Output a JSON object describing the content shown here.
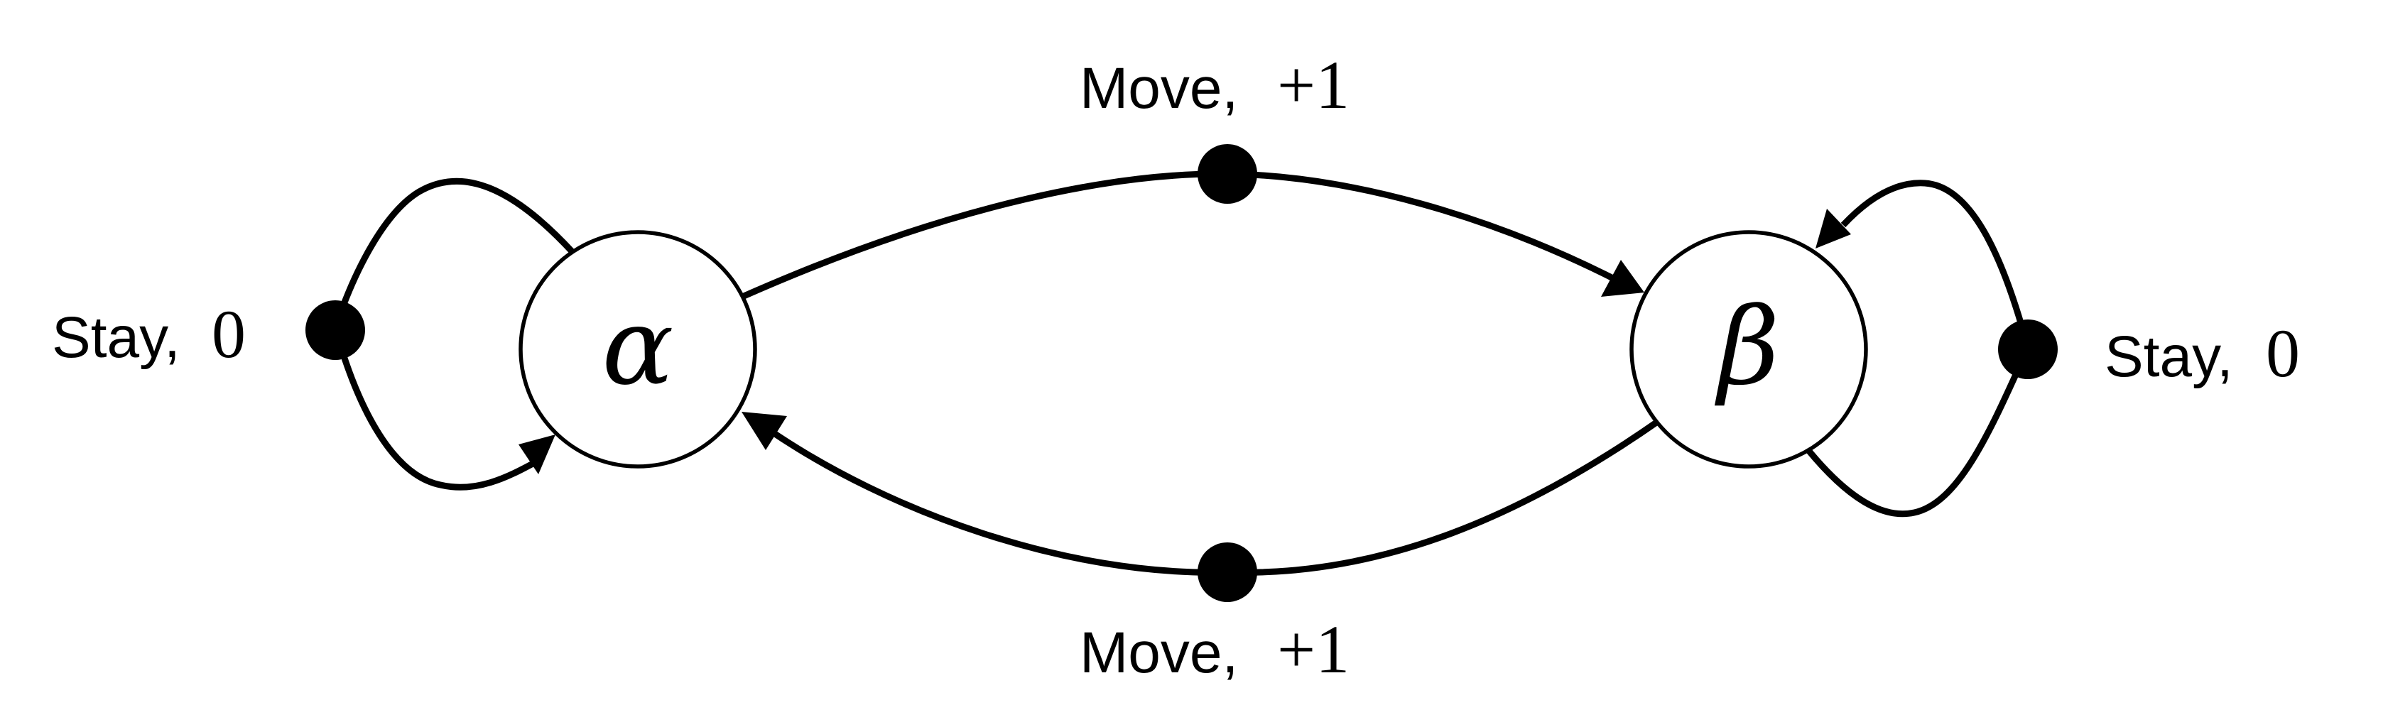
{
  "states": {
    "alpha": {
      "symbol": "α"
    },
    "beta": {
      "symbol": "β"
    }
  },
  "transitions": {
    "alpha_stay": {
      "action": "Stay,",
      "reward": "0"
    },
    "alpha_to_beta": {
      "action": "Move,",
      "reward": "+1"
    },
    "beta_to_alpha": {
      "action": "Move,",
      "reward": "+1"
    },
    "beta_stay": {
      "action": "Stay,",
      "reward": "0"
    }
  },
  "colors": {
    "stroke": "#000000",
    "fill": "#ffffff",
    "dot": "#000000"
  }
}
